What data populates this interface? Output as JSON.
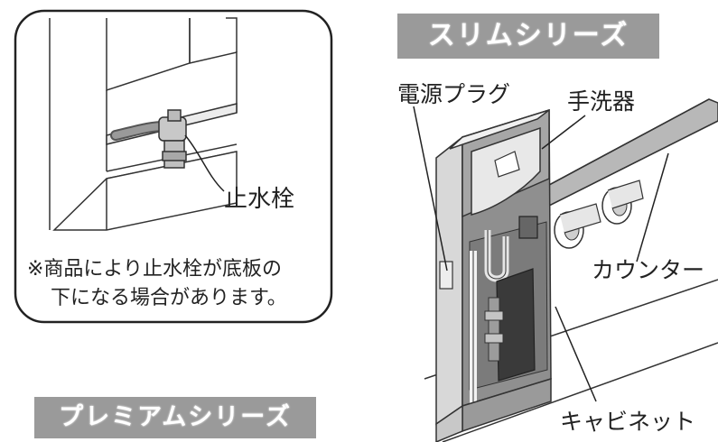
{
  "inset": {
    "valve_label": "止水栓",
    "note_line1": "※商品により止水栓が底板の",
    "note_line2": "下になる場合があります。"
  },
  "banners": {
    "slim": "スリムシリーズ",
    "premium": "プレミアムシリーズ"
  },
  "labels": {
    "power_plug": "電源プラグ",
    "hand_sink": "手洗器",
    "counter": "カウンター",
    "cabinet": "キャビネット"
  },
  "colors": {
    "banner_bg": "#9a9a9a",
    "cabinet_gray": "#8f8f8f",
    "inset_border": "#222222"
  }
}
